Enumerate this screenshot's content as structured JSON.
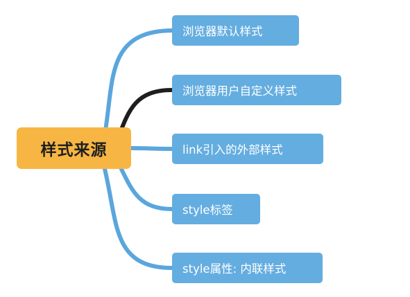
{
  "root": {
    "label": "样式来源"
  },
  "branches": [
    {
      "label": "浏览器默认样式",
      "color": "#5aa6dd"
    },
    {
      "label": "浏览器用户自定义样式",
      "color": "#1e1e1e"
    },
    {
      "label": "link引入的外部样式",
      "color": "#5aa6dd"
    },
    {
      "label": "style标签",
      "color": "#5aa6dd"
    },
    {
      "label": "style属性: 内联样式",
      "color": "#5aa6dd"
    }
  ],
  "colors": {
    "root_fill": "#f7b643",
    "node_fill": "#64ade0",
    "node_text": "#ffffff",
    "root_text": "#1f1f1f"
  }
}
